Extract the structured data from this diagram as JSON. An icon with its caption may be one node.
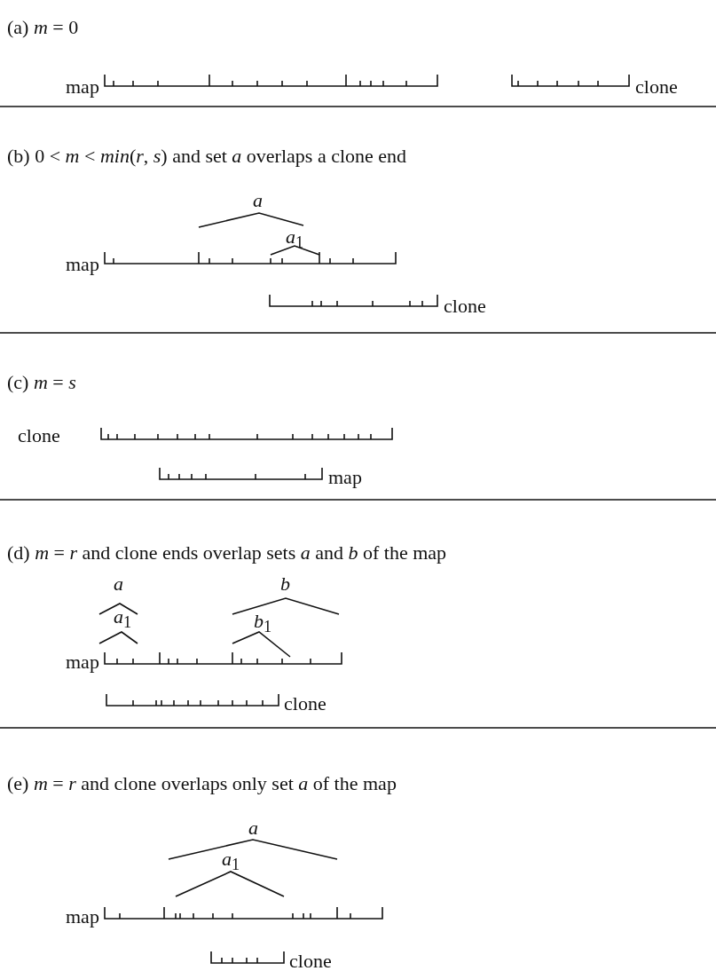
{
  "diagram": {
    "labels": [
      "(a) *m* = 0",
      "map",
      "clone",
      "(b) 0 < *m* < *min*(*r*, *s*) and set *a* overlaps a clone end",
      "a",
      "*a*$_{1}$",
      "map",
      "clone",
      "(c) *m* = *s*",
      "clone",
      "map",
      "(d) *m* = *r* and clone ends overlap sets *a* and *b* of the map",
      "a",
      "b",
      "*a*$_{1}$",
      "*b*$_{1}$",
      "map",
      "clone",
      "(e) *m* = *r* and clone overlaps only set *a* of the map",
      "a",
      "*a*$_{1}$",
      "map",
      "clone"
    ]
  }
}
